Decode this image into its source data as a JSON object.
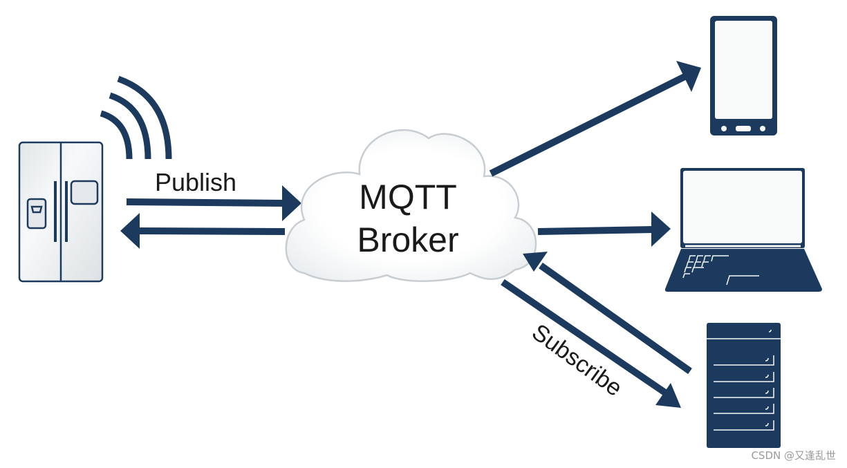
{
  "colors": {
    "primary": "#1b3a5e",
    "cloud_stroke": "#c8cdd2",
    "device_fill": "#e8ecee"
  },
  "broker": {
    "line1": "MQTT",
    "line2": "Broker"
  },
  "labels": {
    "publish": "Publish",
    "subscribe": "Subscribe"
  },
  "devices": [
    "refrigerator-icon",
    "smartphone-icon",
    "laptop-icon",
    "server-icon"
  ],
  "watermark": "CSDN @又逢乱世"
}
